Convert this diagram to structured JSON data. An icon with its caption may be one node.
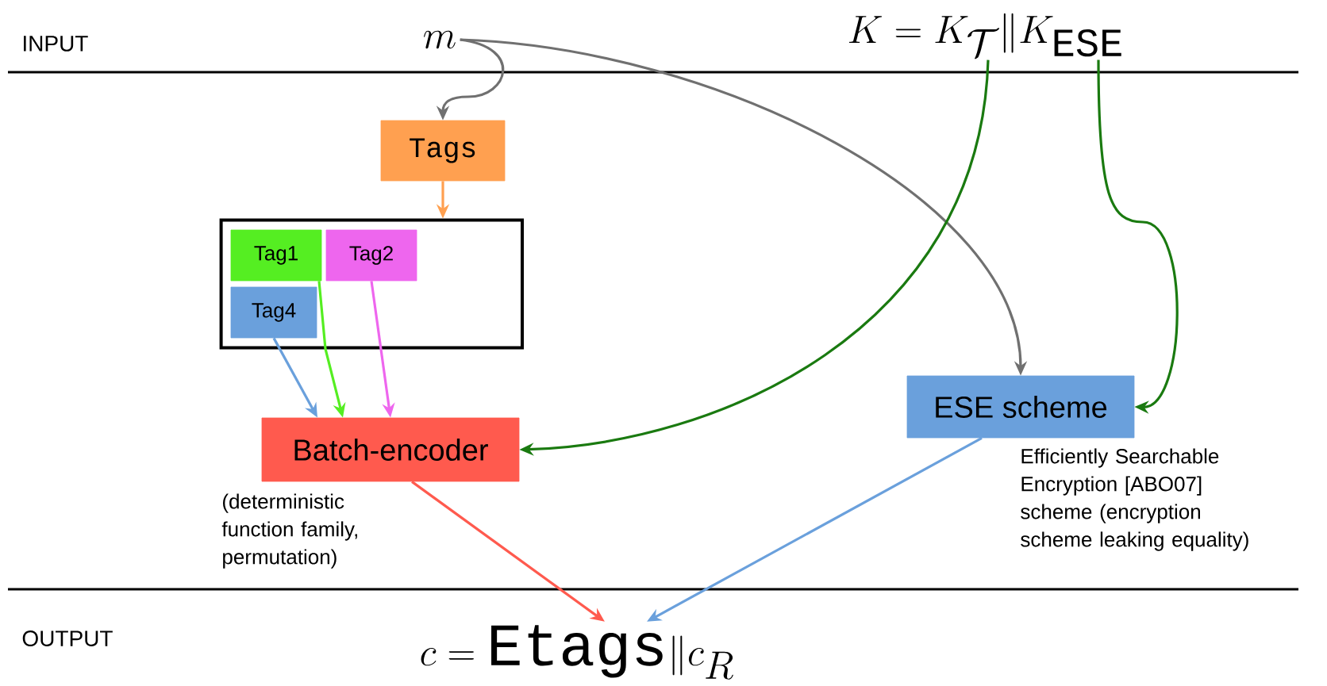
{
  "diagram": {
    "nodes": [
      {
        "text": [
          "m"
        ]
      },
      {
        "text": [
          "K = K_{\\mathcal{T}} \\| K_{\\mathtt{ESE}}"
        ]
      },
      {
        "text": [
          "Tags"
        ]
      },
      {
        "text": [],
        "shape": "box"
      },
      {
        "text": [
          "Tag1"
        ],
        "in": 3
      },
      {
        "text": [
          "Tag2"
        ],
        "in": 3
      },
      {
        "text": [
          "Tag4"
        ],
        "in": 3
      },
      {
        "text": [
          "Batch-encoder"
        ],
        "beside": [
          "(deterministic function family, permutation)"
        ]
      },
      {
        "text": [
          "ESE scheme"
        ],
        "beside": [
          "Efficiently Searchable Encryption [ABO07] scheme (encryption scheme leaking equality)"
        ]
      },
      {
        "text": [
          "c = \\mathtt{Etags} \\| c_R"
        ]
      }
    ],
    "edges": [
      {
        "from": 0,
        "to": 2,
        "arrow": "to",
        "color": "#707070"
      },
      {
        "from": 0,
        "to": 8,
        "arrow": "to",
        "color": "#707070"
      },
      {
        "from": 2,
        "to": 3,
        "arrow": "to",
        "color": "#ffa050"
      },
      {
        "from": 6,
        "to": 7,
        "arrow": "to",
        "color": "#6aa0dc"
      },
      {
        "from": 4,
        "to": 7,
        "arrow": "to",
        "color": "#55ee22"
      },
      {
        "from": 5,
        "to": 7,
        "arrow": "to",
        "color": "#ee66ee"
      },
      {
        "from": 1,
        "to": 7,
        "arrow": "to",
        "color": "#1a7a10"
      },
      {
        "from": 1,
        "to": 8,
        "arrow": "to",
        "color": "#1a7a10"
      },
      {
        "from": 7,
        "to": 9,
        "arrow": "to",
        "color": "#ff5a4e"
      },
      {
        "from": 8,
        "to": 9,
        "arrow": "to",
        "color": "#6aa0dc"
      }
    ],
    "labels": [
      "INPUT",
      "OUTPUT"
    ]
  }
}
